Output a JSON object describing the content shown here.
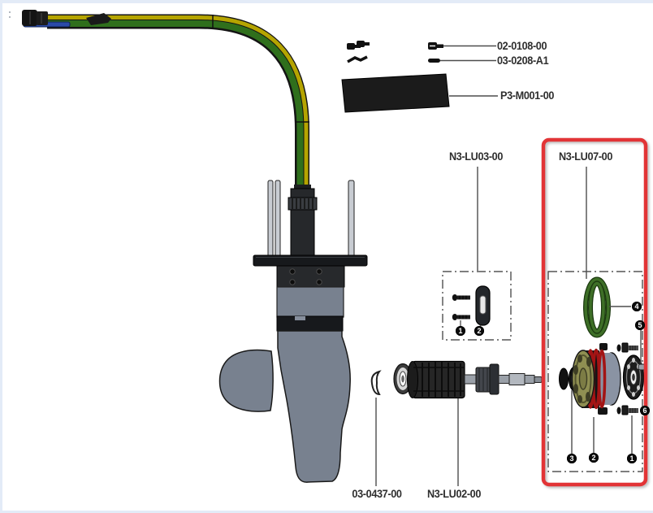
{
  "labels": {
    "fastener": "02-0108-00",
    "pin": "03-0208-A1",
    "cover": "P3-M001-00",
    "kit_lu03": "N3-LU03-00",
    "kit_lu07": "N3-LU07-00",
    "circlip": "03-0437-00",
    "rotor_shaft": "N3-LU02-00"
  },
  "callouts": {
    "c1": "1",
    "c2": "2",
    "c3": "3",
    "c4": "4",
    "c5": "5",
    "c6": "6"
  },
  "colors": {
    "highlight_red": "#e23436",
    "cable_green": "#2f6f1c",
    "cable_yellow": "#b5a400",
    "body_gray": "#78818f",
    "oring_green": "#3e6f27",
    "stator_red": "#a31414",
    "stator_olive": "#8f8f52",
    "connector_blue": "#2a4aa8"
  }
}
